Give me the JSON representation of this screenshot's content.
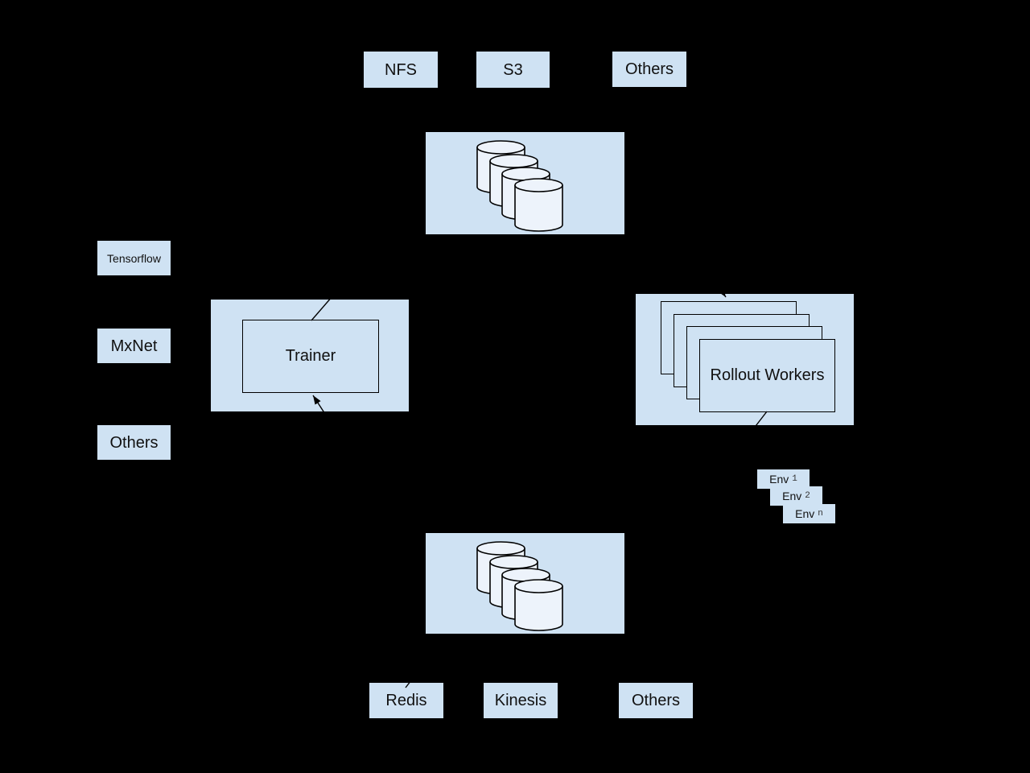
{
  "colors": {
    "background": "#000000",
    "node_fill": "#cfe2f3",
    "cylinder_fill": "#edf3fb",
    "stroke": "#000000",
    "text": "#111111"
  },
  "top_storage": {
    "items": [
      "NFS",
      "S3",
      "Others"
    ]
  },
  "frameworks": {
    "items": [
      "Tensorflow",
      "MxNet",
      "Others"
    ]
  },
  "trainer": {
    "label": "Trainer"
  },
  "rollout_workers": {
    "label": "Rollout Workers",
    "stack_count": 4
  },
  "environments": {
    "items": [
      {
        "name": "Env",
        "index": "1"
      },
      {
        "name": "Env",
        "index": "2"
      },
      {
        "name": "Env",
        "index": "n"
      }
    ]
  },
  "datastores": {
    "top_cylinder_count": 4,
    "bottom_cylinder_count": 4
  },
  "bottom_storage": {
    "items": [
      "Redis",
      "Kinesis",
      "Others"
    ]
  }
}
